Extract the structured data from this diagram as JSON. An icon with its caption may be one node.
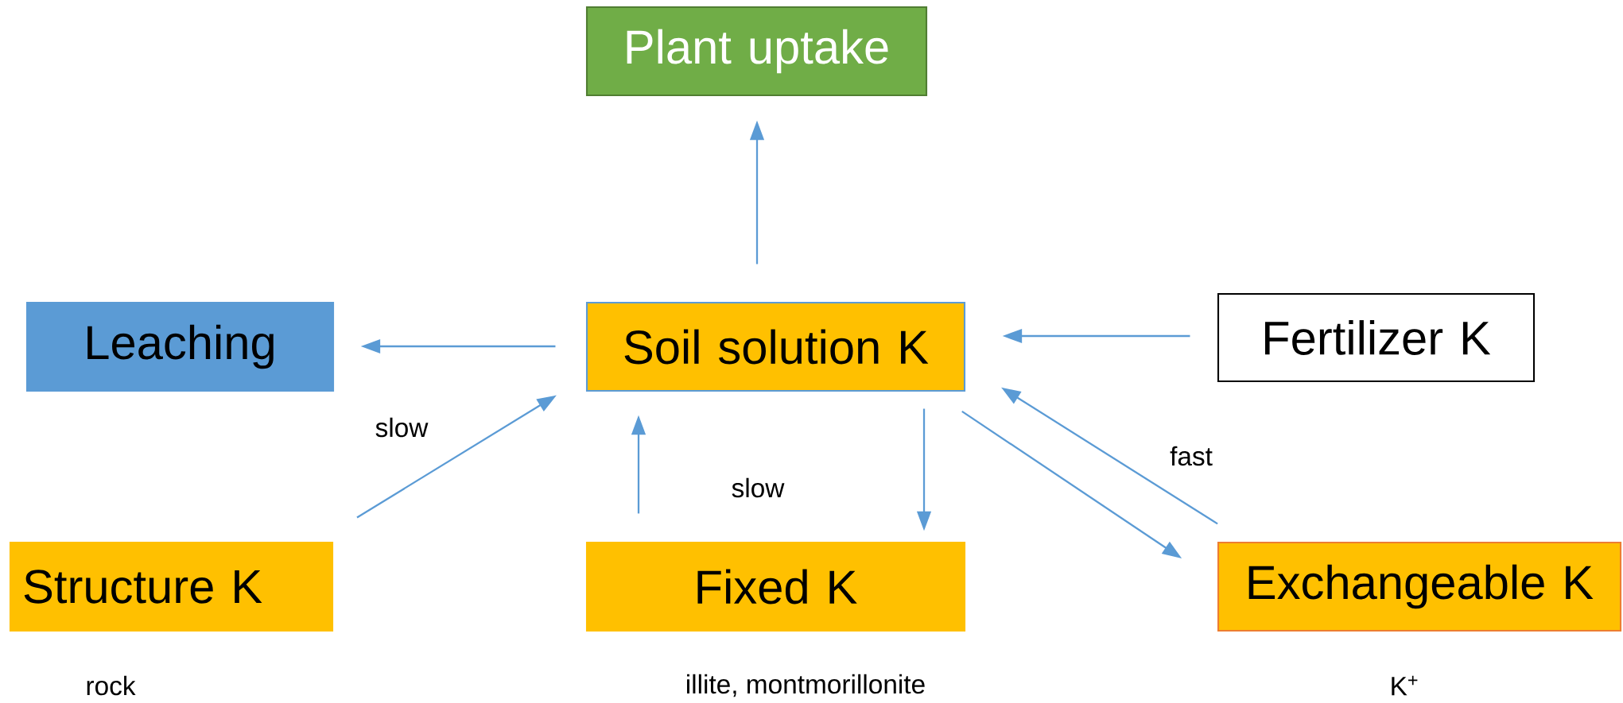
{
  "diagram": {
    "nodes": [
      {
        "text": [
          "Plant uptake"
        ]
      },
      {
        "text": [
          "Leaching"
        ]
      },
      {
        "text": [
          "Soil solution K"
        ]
      },
      {
        "text": [
          "Fertilizer K"
        ]
      },
      {
        "text": [
          "Structure K"
        ],
        "beside": [
          "rock"
        ]
      },
      {
        "text": [
          "Fixed K"
        ],
        "beside": [
          "illite, montmorillonite"
        ]
      },
      {
        "text": [
          "Exchangeable K"
        ],
        "beside": [
          "K$^{+}$"
        ]
      }
    ],
    "edges": [
      {
        "from": 2,
        "to": 0,
        "arrow": "to"
      },
      {
        "from": 2,
        "to": 1,
        "arrow": "to"
      },
      {
        "from": 3,
        "to": 2,
        "arrow": "to"
      },
      {
        "from": 4,
        "to": 2,
        "arrow": "to",
        "label": "slow"
      },
      {
        "from": 5,
        "to": 2,
        "arrow": "to",
        "label": "slow"
      },
      {
        "from": 2,
        "to": 5,
        "arrow": "to"
      },
      {
        "from": 2,
        "to": 6,
        "arrow": "to"
      },
      {
        "from": 6,
        "to": 2,
        "arrow": "to",
        "label": "fast"
      }
    ]
  }
}
